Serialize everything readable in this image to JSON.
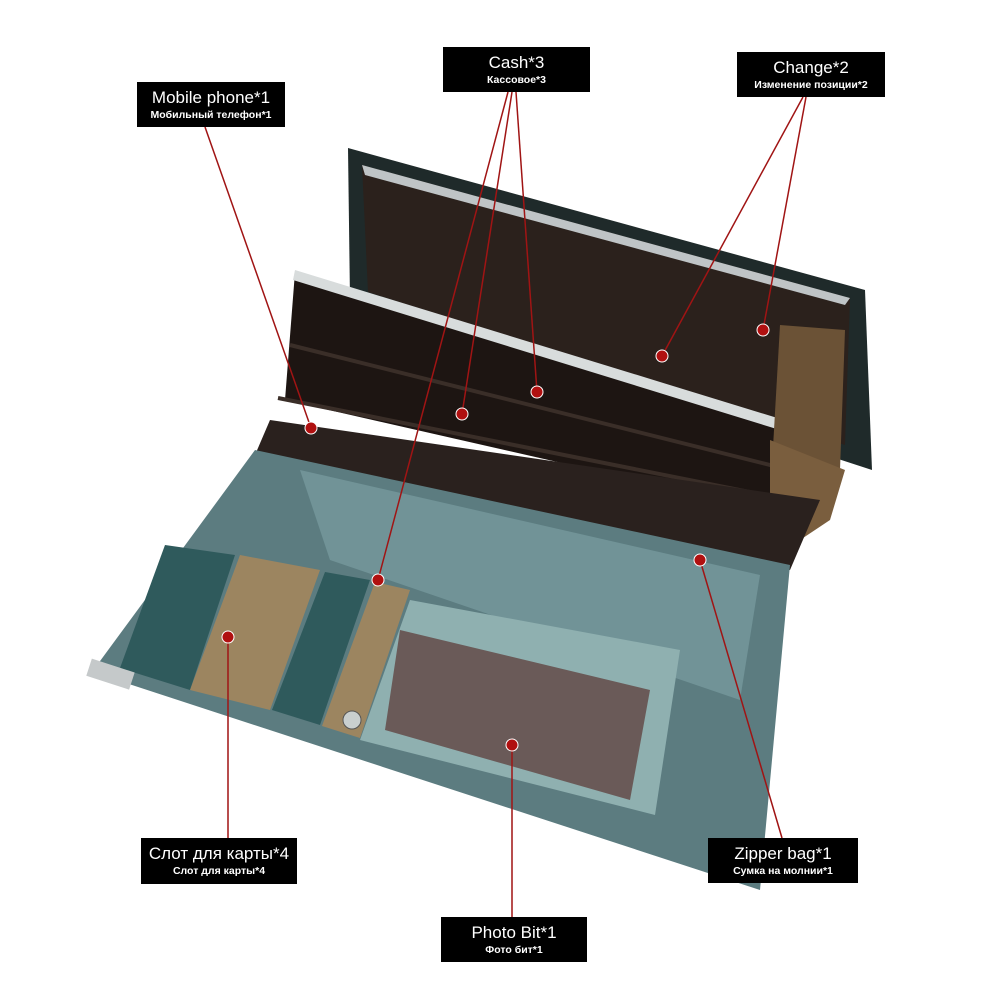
{
  "labels": {
    "mobile_phone": {
      "title": "Mobile phone*1",
      "subtitle": "Мобильный телефон*1"
    },
    "cash": {
      "title": "Cash*3",
      "subtitle": "Кассовое*3"
    },
    "change": {
      "title": "Change*2",
      "subtitle": "Изменение позиции*2"
    },
    "card_slot": {
      "title": "Слот для карты*4",
      "subtitle": "Слот для карты*4"
    },
    "photo_bit": {
      "title": "Photo Bit*1",
      "subtitle": "Фото бит*1"
    },
    "zipper_bag": {
      "title": "Zipper bag*1",
      "subtitle": "Сумка на молнии*1"
    }
  },
  "colors": {
    "pointer": "#a01414",
    "label_bg": "#000000"
  }
}
